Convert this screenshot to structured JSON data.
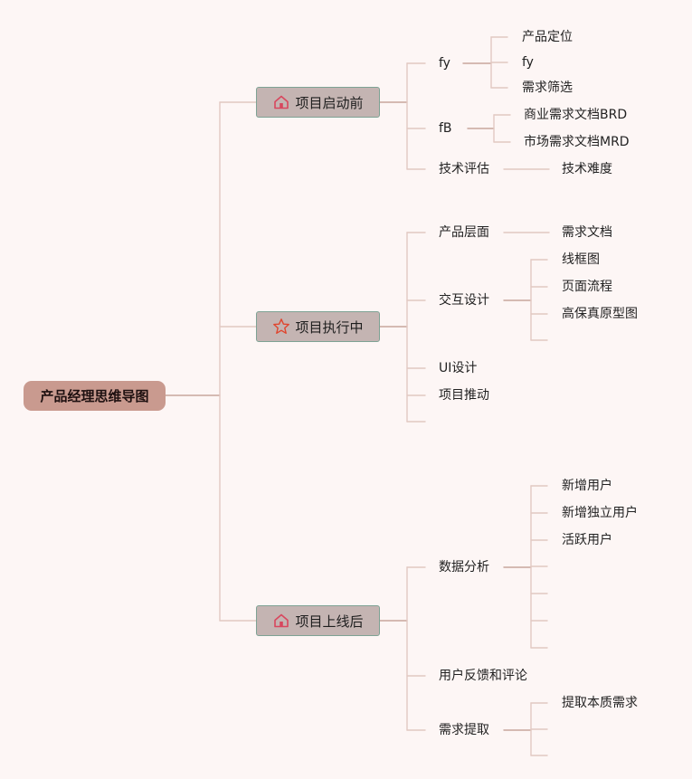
{
  "root": {
    "label": "产品经理思维导图"
  },
  "branches": [
    {
      "label": "项目启动前",
      "icon": "home-icon",
      "children": [
        {
          "label": "fy",
          "children": [
            "产品定位",
            "fy",
            "需求筛选"
          ]
        },
        {
          "label": "fB",
          "children": [
            "商业需求文档BRD",
            "市场需求文档MRD"
          ]
        },
        {
          "label": "技术评估",
          "children": [
            "技术难度"
          ]
        }
      ]
    },
    {
      "label": "项目执行中",
      "icon": "star-icon",
      "children": [
        {
          "label": "产品层面",
          "children": [
            "需求文档"
          ]
        },
        {
          "label": "交互设计",
          "children": [
            "线框图",
            "页面流程",
            "高保真原型图",
            ""
          ]
        },
        {
          "label": "UI设计",
          "children": []
        },
        {
          "label": "项目推动",
          "children": []
        },
        {
          "label": "",
          "children": []
        }
      ]
    },
    {
      "label": "项目上线后",
      "icon": "home-icon",
      "children": [
        {
          "label": "数据分析",
          "children": [
            "新增用户",
            "新增独立用户",
            "活跃用户",
            "",
            "",
            "",
            ""
          ]
        },
        {
          "label": "用户反馈和评论",
          "children": []
        },
        {
          "label": "需求提取",
          "children": [
            "提取本质需求",
            "",
            ""
          ]
        }
      ]
    }
  ],
  "colors": {
    "root_bg": "#c99a8f",
    "branch_bg": "#c4b4b2",
    "branch_border": "#7ea294",
    "line_main": "#c8a59c",
    "line_light": "#e2c9c2",
    "home_icon": "#d8475e",
    "star_icon": "#e0452e"
  }
}
